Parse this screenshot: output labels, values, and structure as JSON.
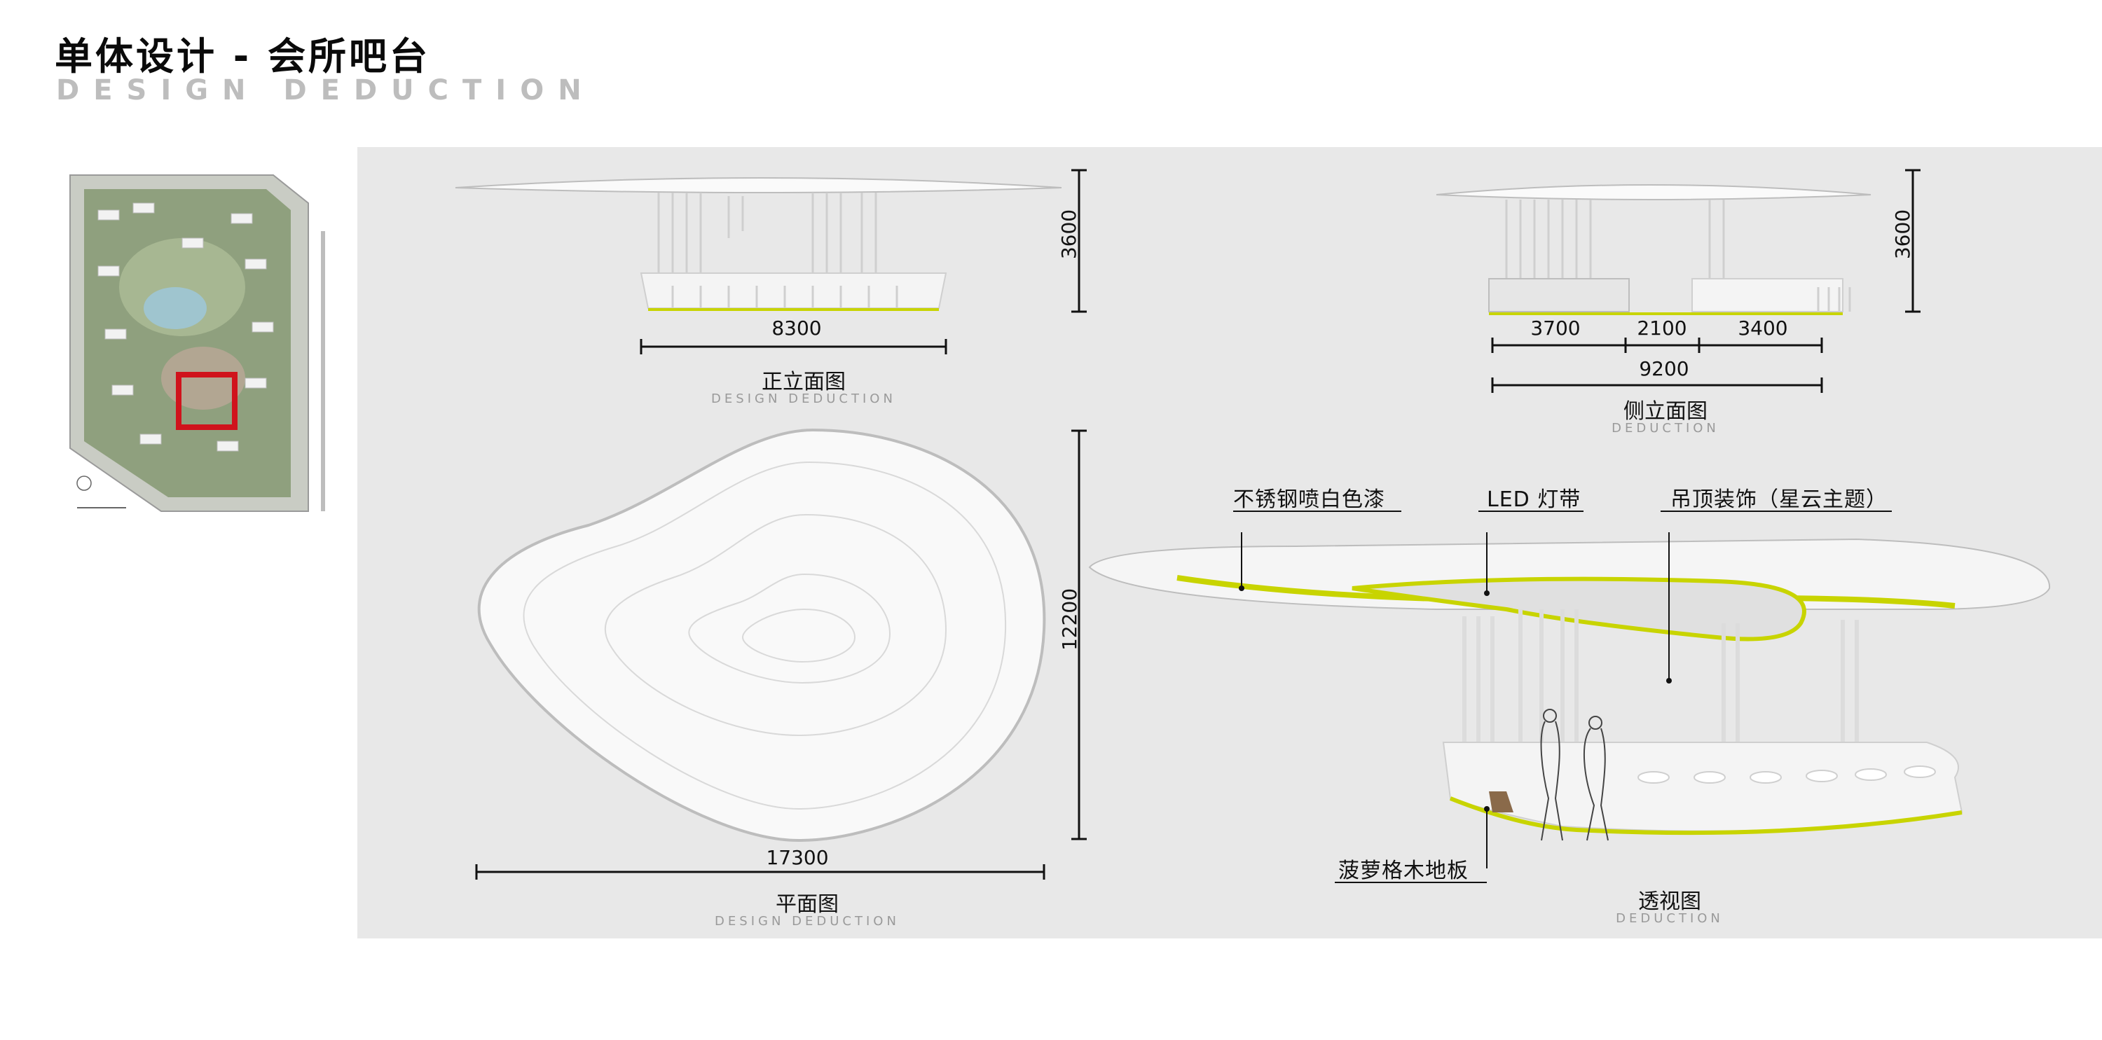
{
  "header": {
    "title": "单体设计 - 会所吧台",
    "subtitle": "DESIGN DEDUCTION"
  },
  "front_elevation": {
    "caption": "正立面图",
    "caption_sub": "DESIGN DEDUCTION",
    "width_dim": "8300",
    "height_dim": "3600"
  },
  "side_elevation": {
    "caption": "侧立面图",
    "caption_sub": "DEDUCTION",
    "dims": [
      "3700",
      "2100",
      "3400"
    ],
    "total_dim": "9200",
    "height_dim": "3600"
  },
  "plan": {
    "caption": "平面图",
    "caption_sub": "DESIGN DEDUCTION",
    "width_dim": "17300",
    "height_dim": "12200"
  },
  "perspective": {
    "caption": "透视图",
    "caption_sub": "DEDUCTION",
    "labels": {
      "steel": "不锈钢喷白色漆",
      "led": "LED 灯带",
      "ceiling": "吊顶装饰（星云主题）",
      "floor": "菠萝格木地板"
    }
  },
  "colors": {
    "panel_bg": "#e8e8e8",
    "highlight_box": "#d0131c",
    "led_strip": "#c8d400"
  }
}
